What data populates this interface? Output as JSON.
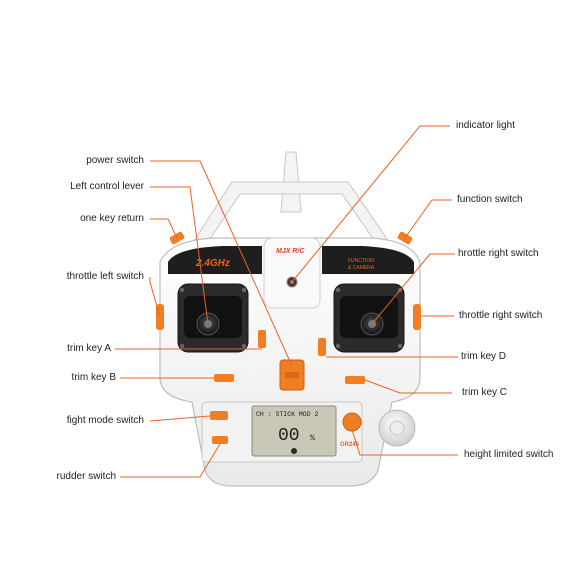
{
  "labels": {
    "indicator_light": "indicator light",
    "power_switch": "power switch",
    "left_control_lever": "Left control lever",
    "function_switch": "function switch",
    "one_key_return": "one key return",
    "hrottle_right_switch": "hrottle right switch",
    "throttle_left_switch": "throttle left switch",
    "throttle_right_switch": "throttle right switch",
    "trim_key_a": "trim key A",
    "trim_key_d": "trim key D",
    "trim_key_b": "trim key B",
    "trim_key_c": "trim key C",
    "fight_mode_switch": "fight mode switch",
    "height_limited_switch": "height limited switch",
    "rudder_switch": "rudder switch"
  },
  "device": {
    "brand": "MJX R/C",
    "freq": "2.4GHz",
    "function_camera_line1": "FUNCTION",
    "function_camera_line2": "& CAMERA",
    "lcd_line": "CH : STICK MOD 2",
    "lcd_value": "00",
    "lcd_unit": "%",
    "model": "GR245"
  },
  "colors": {
    "leader": "#e8622a",
    "accent": "#f07f24",
    "body": "#f6f6f6",
    "dark": "#2b2b2b",
    "lcd": "#c9c7b6"
  }
}
